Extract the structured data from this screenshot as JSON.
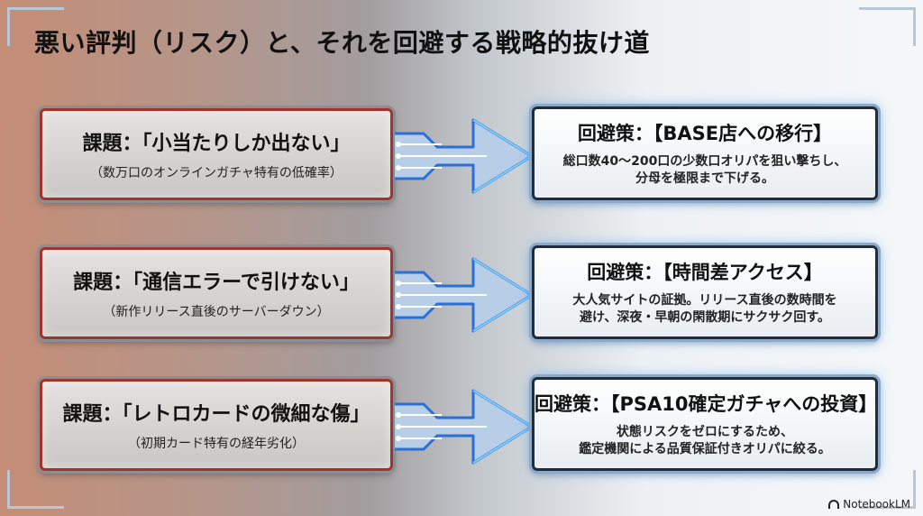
{
  "title": "悪い評判（リスク）と、それを回避する戦略的抜け道",
  "rows": [
    {
      "issue_title": "課題：「小当たりしか出ない」",
      "issue_sub": "（数万口のオンラインガチャ特有の低確率）",
      "solution_title": "回避策：【BASE店への移行】",
      "solution_line1": "総口数40〜200口の少数口オリパを狙い撃ちし、",
      "solution_line2": "分母を極限まで下げる。"
    },
    {
      "issue_title": "課題：「通信エラーで引けない」",
      "issue_sub": "（新作リリース直後のサーバーダウン）",
      "solution_title": "回避策：【時間差アクセス】",
      "solution_line1": "大人気サイトの証拠。リリース直後の数時間を",
      "solution_line2": "避け、深夜・早朝の閑散期にサクサク回す。"
    },
    {
      "issue_title": "課題：「レトロカードの微細な傷」",
      "issue_sub": "（初期カード特有の経年劣化）",
      "solution_title": "回避策：【PSA10確定ガチャへの投資】",
      "solution_line1": "状態リスクをゼロにするため、",
      "solution_line2": "鑑定機関による品質保証付きオリパに絞る。"
    }
  ],
  "logo": {
    "text": "NotebookLM",
    "icon": "notebooklm-logo-icon"
  },
  "colors": {
    "issue_border": "#a3342c",
    "solution_glow": "#50aaff",
    "arrow": "#2a6fd6"
  }
}
